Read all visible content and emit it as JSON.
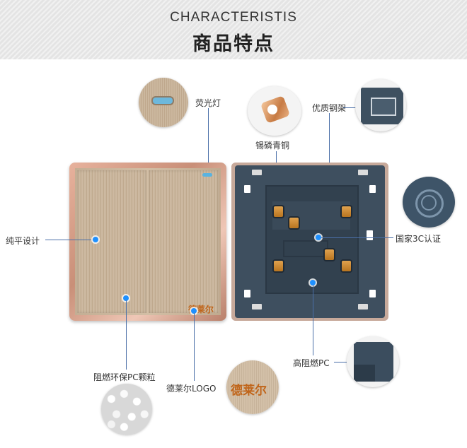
{
  "banner": {
    "title_en": "CHARACTERISTIS",
    "title_cn": "商品特点"
  },
  "labels": {
    "fluorescent": "荧光灯",
    "bronze": "锡磷青铜",
    "steel": "优质钢架",
    "flat": "纯平设计",
    "cert": "国家3C认证",
    "pc": "高阻燃PC",
    "particles": "阻燃环保PC颗粒",
    "logo": "德莱尔LOGO"
  },
  "product": {
    "brand": "德莱尔"
  },
  "colors": {
    "dot": "#1e90ff",
    "line": "#4a6fa8",
    "gold_panel": "#c6b298",
    "back_plate": "#3e4f5f",
    "frame_rose_gold": "#d8a08b"
  }
}
